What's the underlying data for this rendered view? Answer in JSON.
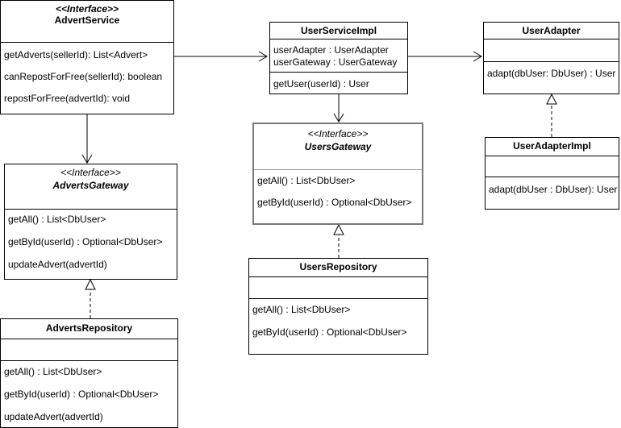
{
  "classes": {
    "advert_service": {
      "stereotype": "<<Interface>>",
      "name": "AdvertService",
      "attributes": [],
      "methods": [
        "getAdverts(sellerId): List<Advert>",
        "canRepostForFree(sellerId): boolean",
        "repostForFree(advertId): void"
      ]
    },
    "user_service_impl": {
      "name": "UserServiceImpl",
      "attributes": [
        "userAdapter : UserAdapter",
        "userGateway : UserGateway"
      ],
      "methods": [
        "getUser(userId) : User"
      ]
    },
    "user_adapter": {
      "name": "UserAdapter",
      "attributes": [],
      "methods": [
        "adapt(dbUser: DbUser) : User"
      ]
    },
    "users_gateway": {
      "stereotype": "<<Interface>>",
      "name": "UsersGateway",
      "methods": [
        "getAll() : List<DbUser>",
        "getById(userId) : Optional<DbUser>"
      ]
    },
    "user_adapter_impl": {
      "name": "UserAdapterImpl",
      "attributes": [],
      "methods": [
        "adapt(dbUser : DbUser): User"
      ]
    },
    "adverts_gateway": {
      "stereotype": "<<Interface>>",
      "name": "AdvertsGateway",
      "methods": [
        "getAll() : List<DbUser>",
        "getById(userId) : Optional<DbUser>",
        "updateAdvert(advertId)"
      ]
    },
    "users_repository": {
      "name": "UsersRepository",
      "attributes": [],
      "methods": [
        "getAll() : List<DbUser>",
        "getById(userId) : Optional<DbUser>"
      ]
    },
    "adverts_repository": {
      "name": "AdvertsRepository",
      "attributes": [],
      "methods": [
        "getAll() : List<DbUser>",
        "getById(userId) : Optional<DbUser>",
        "updateAdvert(advertId)"
      ]
    }
  },
  "relations": [
    {
      "from": "AdvertService",
      "to": "UserServiceImpl",
      "kind": "association"
    },
    {
      "from": "UserServiceImpl",
      "to": "UserAdapter",
      "kind": "association"
    },
    {
      "from": "UserServiceImpl",
      "to": "UsersGateway",
      "kind": "association"
    },
    {
      "from": "AdvertService",
      "to": "AdvertsGateway",
      "kind": "association"
    },
    {
      "from": "UserAdapterImpl",
      "to": "UserAdapter",
      "kind": "realization"
    },
    {
      "from": "UsersRepository",
      "to": "UsersGateway",
      "kind": "realization"
    },
    {
      "from": "AdvertsRepository",
      "to": "AdvertsGateway",
      "kind": "realization"
    }
  ]
}
